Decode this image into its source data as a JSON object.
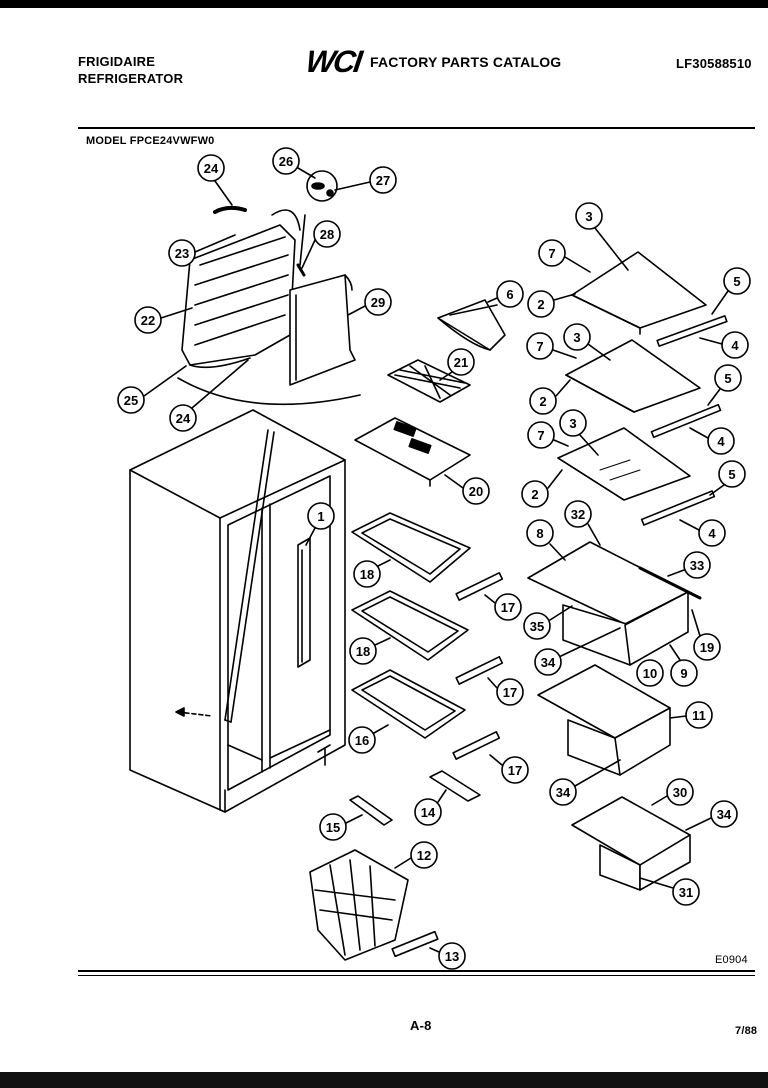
{
  "header": {
    "brand_line1": "FRIGIDAIRE",
    "brand_line2": "REFRIGERATOR",
    "logo": "WCI",
    "catalog_title": "FACTORY PARTS CATALOG",
    "part_number": "LF30588510"
  },
  "model_label": "MODEL FPCE24VWFW0",
  "figure_code": "E0904",
  "page_number": "A-8",
  "date": "7/88",
  "callouts": [
    {
      "id": "c1",
      "label": "24"
    },
    {
      "id": "c2",
      "label": "26"
    },
    {
      "id": "c3",
      "label": "27"
    },
    {
      "id": "c4",
      "label": "23"
    },
    {
      "id": "c5",
      "label": "28"
    },
    {
      "id": "c6",
      "label": "22"
    },
    {
      "id": "c7",
      "label": "29"
    },
    {
      "id": "c8",
      "label": "25"
    },
    {
      "id": "c9",
      "label": "24"
    },
    {
      "id": "c10",
      "label": "3"
    },
    {
      "id": "c11",
      "label": "7"
    },
    {
      "id": "c12",
      "label": "5"
    },
    {
      "id": "c13",
      "label": "6"
    },
    {
      "id": "c14",
      "label": "2"
    },
    {
      "id": "c15",
      "label": "7"
    },
    {
      "id": "c16",
      "label": "3"
    },
    {
      "id": "c17",
      "label": "4"
    },
    {
      "id": "c18",
      "label": "21"
    },
    {
      "id": "c19",
      "label": "5"
    },
    {
      "id": "c20",
      "label": "2"
    },
    {
      "id": "c21",
      "label": "7"
    },
    {
      "id": "c22",
      "label": "3"
    },
    {
      "id": "c23",
      "label": "4"
    },
    {
      "id": "c24",
      "label": "5"
    },
    {
      "id": "c25",
      "label": "20"
    },
    {
      "id": "c26",
      "label": "2"
    },
    {
      "id": "c27",
      "label": "1"
    },
    {
      "id": "c28",
      "label": "32"
    },
    {
      "id": "c29",
      "label": "4"
    },
    {
      "id": "c30",
      "label": "8"
    },
    {
      "id": "c31",
      "label": "33"
    },
    {
      "id": "c32",
      "label": "18"
    },
    {
      "id": "c33",
      "label": "17"
    },
    {
      "id": "c34",
      "label": "35"
    },
    {
      "id": "c35",
      "label": "19"
    },
    {
      "id": "c36",
      "label": "18"
    },
    {
      "id": "c37",
      "label": "34"
    },
    {
      "id": "c38",
      "label": "10"
    },
    {
      "id": "c39",
      "label": "9"
    },
    {
      "id": "c40",
      "label": "17"
    },
    {
      "id": "c41",
      "label": "11"
    },
    {
      "id": "c42",
      "label": "16"
    },
    {
      "id": "c43",
      "label": "17"
    },
    {
      "id": "c44",
      "label": "34"
    },
    {
      "id": "c45",
      "label": "30"
    },
    {
      "id": "c46",
      "label": "14"
    },
    {
      "id": "c47",
      "label": "15"
    },
    {
      "id": "c48",
      "label": "34"
    },
    {
      "id": "c49",
      "label": "12"
    },
    {
      "id": "c50",
      "label": "31"
    },
    {
      "id": "c51",
      "label": "13"
    }
  ]
}
